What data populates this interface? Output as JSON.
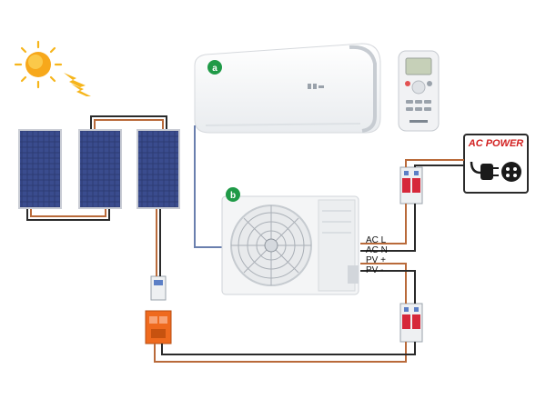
{
  "badges": {
    "indoor": "a",
    "outdoor": "b"
  },
  "ac_power_label": "AC POWER",
  "terminals": [
    "AC L",
    "AC N",
    "PV +",
    "PV -"
  ],
  "colors": {
    "wire_brown": "#b96a3a",
    "wire_dark": "#2a2a2a",
    "wire_blue": "#6a7fae",
    "badge_green": "#1f9a47",
    "breaker_red": "#d6283a",
    "spd_orange": "#ef6a1e",
    "sun": "#f6b51b",
    "panel_cell": "#2f3f79"
  }
}
